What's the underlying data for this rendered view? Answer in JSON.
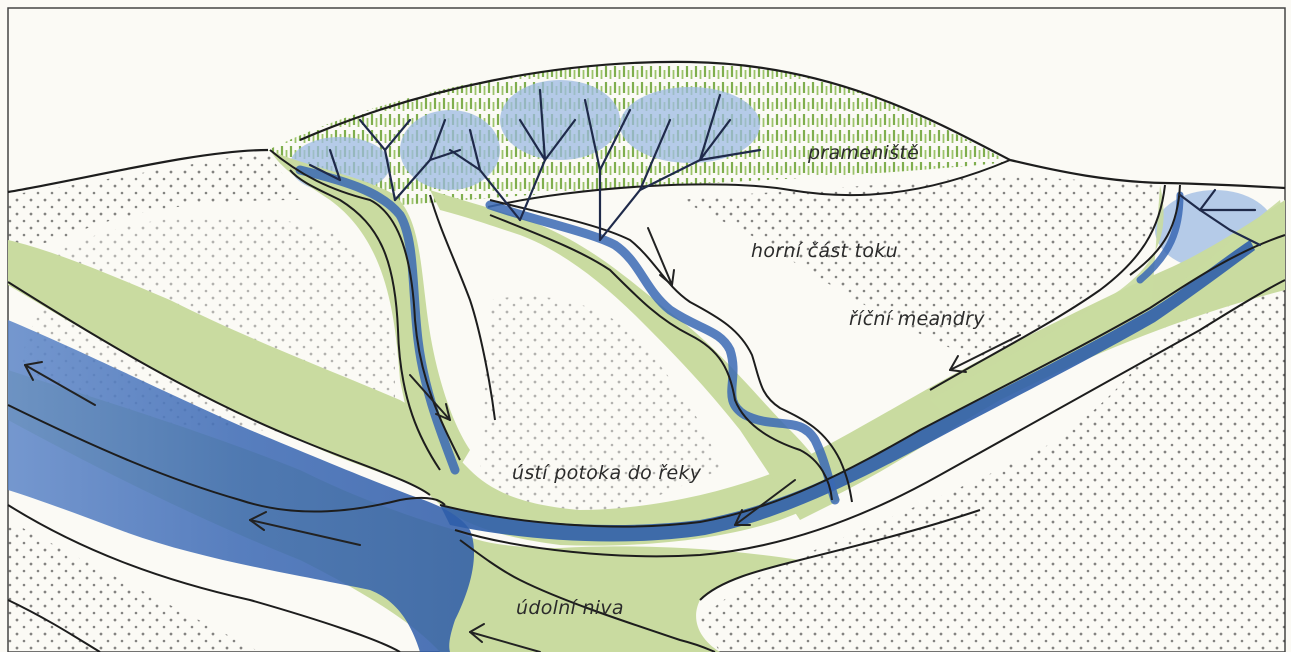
{
  "labels": {
    "spring_area": "prameniště",
    "upper_course": "horní část toku",
    "meanders": "říční meandry",
    "confluence": "ústí potoka do řeky",
    "floodplain": "údolní niva"
  },
  "colors": {
    "paper": "#fbfaf5",
    "water": "#3f6fb8",
    "water_light": "#8fb0dc",
    "floodplain_green": "#c5d89a",
    "grass_green": "#8cb85a",
    "ink": "#1d1d1d"
  }
}
